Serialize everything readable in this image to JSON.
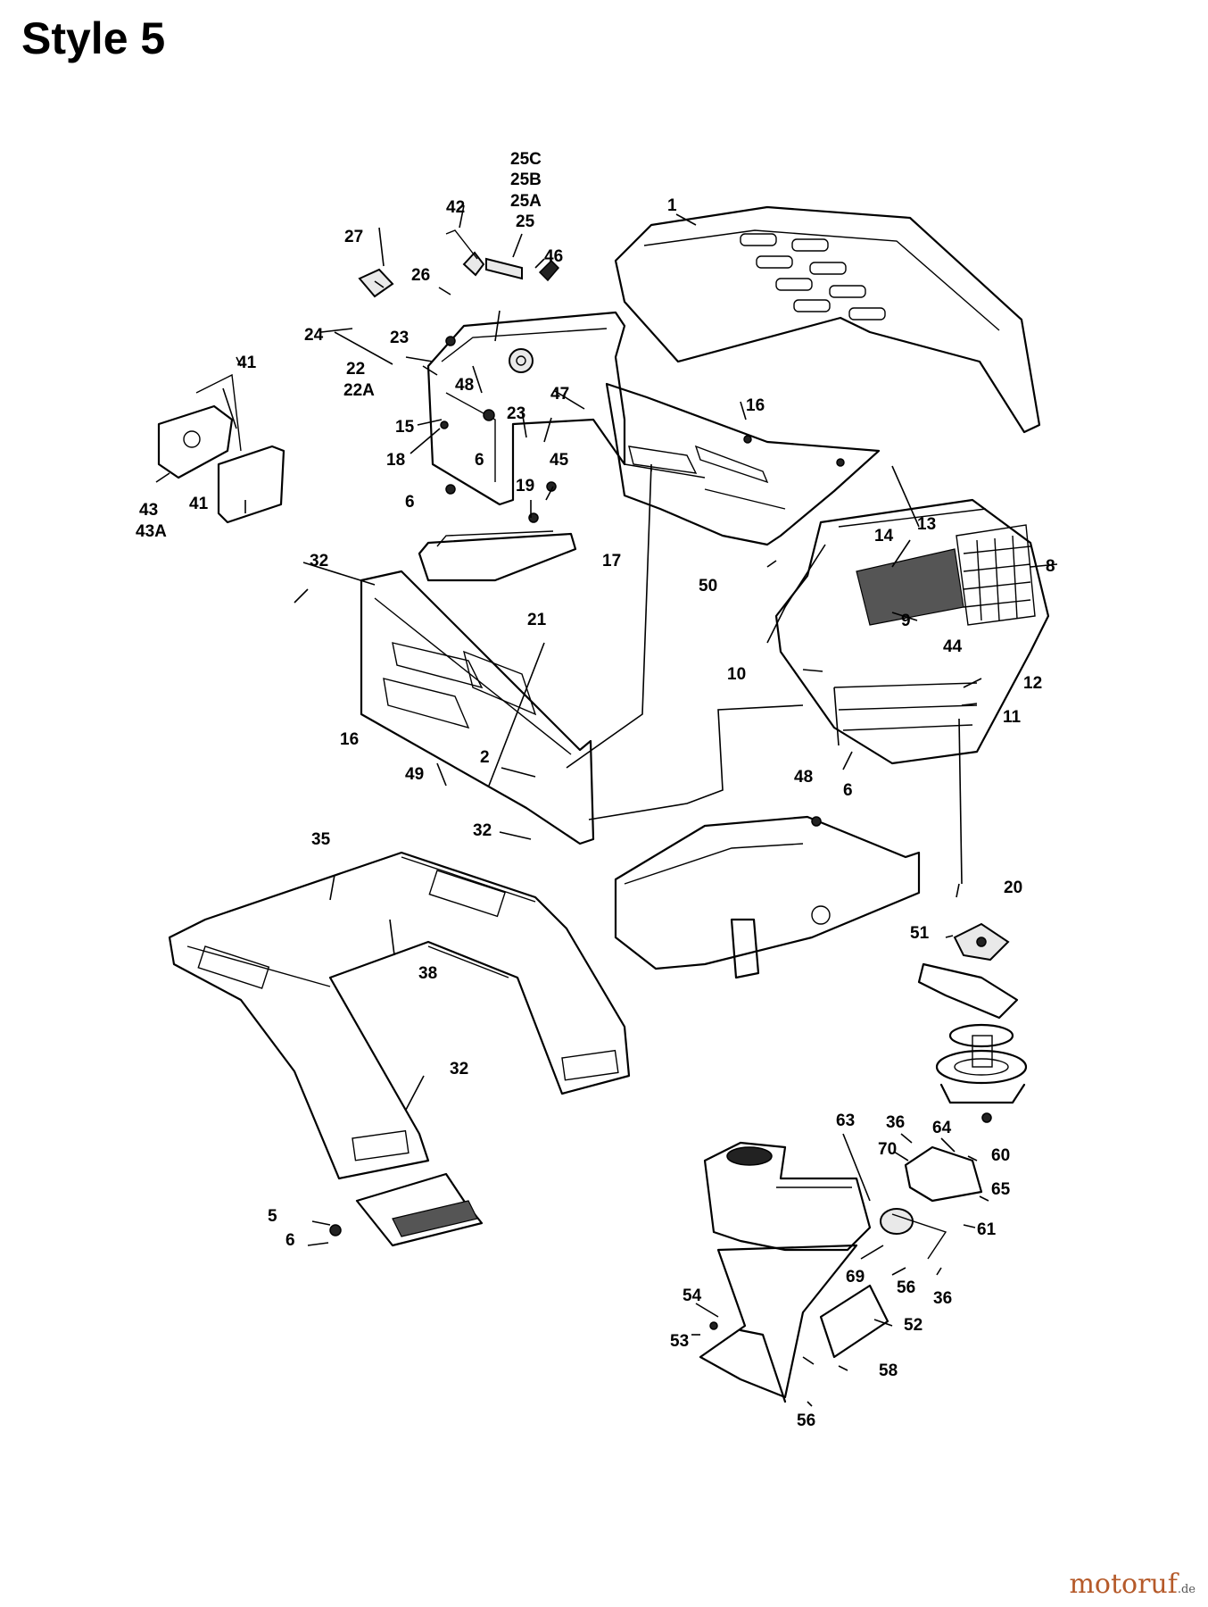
{
  "title": "Style 5",
  "watermark": {
    "brand": "motoruf",
    "suffix": ".de"
  },
  "callouts": {
    "c1": "1",
    "c2": "2",
    "c5": "5",
    "c6a": "6",
    "c6b": "6",
    "c6c": "6",
    "c6d": "6",
    "c8": "8",
    "c9": "9",
    "c10": "10",
    "c11": "11",
    "c12": "12",
    "c13": "13",
    "c14": "14",
    "c15": "15",
    "c16a": "16",
    "c16b": "16",
    "c17": "17",
    "c18": "18",
    "c19": "19",
    "c20": "20",
    "c21": "21",
    "c22": "22",
    "c22a": "22A",
    "c23a": "23",
    "c23b": "23",
    "c24": "24",
    "c25": "25",
    "c25a": "25A",
    "c25b": "25B",
    "c25c": "25C",
    "c26": "26",
    "c27": "27",
    "c32a": "32",
    "c32b": "32",
    "c32c": "32",
    "c35": "35",
    "c36a": "36",
    "c36b": "36",
    "c38": "38",
    "c41a": "41",
    "c41b": "41",
    "c42": "42",
    "c43": "43",
    "c43a": "43A",
    "c44": "44",
    "c45": "45",
    "c46": "46",
    "c47": "47",
    "c48a": "48",
    "c48b": "48",
    "c49": "49",
    "c50": "50",
    "c51": "51",
    "c52": "52",
    "c53": "53",
    "c54": "54",
    "c56a": "56",
    "c56b": "56",
    "c58": "58",
    "c60": "60",
    "c61": "61",
    "c63": "63",
    "c64": "64",
    "c65": "65",
    "c69": "69",
    "c70": "70"
  }
}
